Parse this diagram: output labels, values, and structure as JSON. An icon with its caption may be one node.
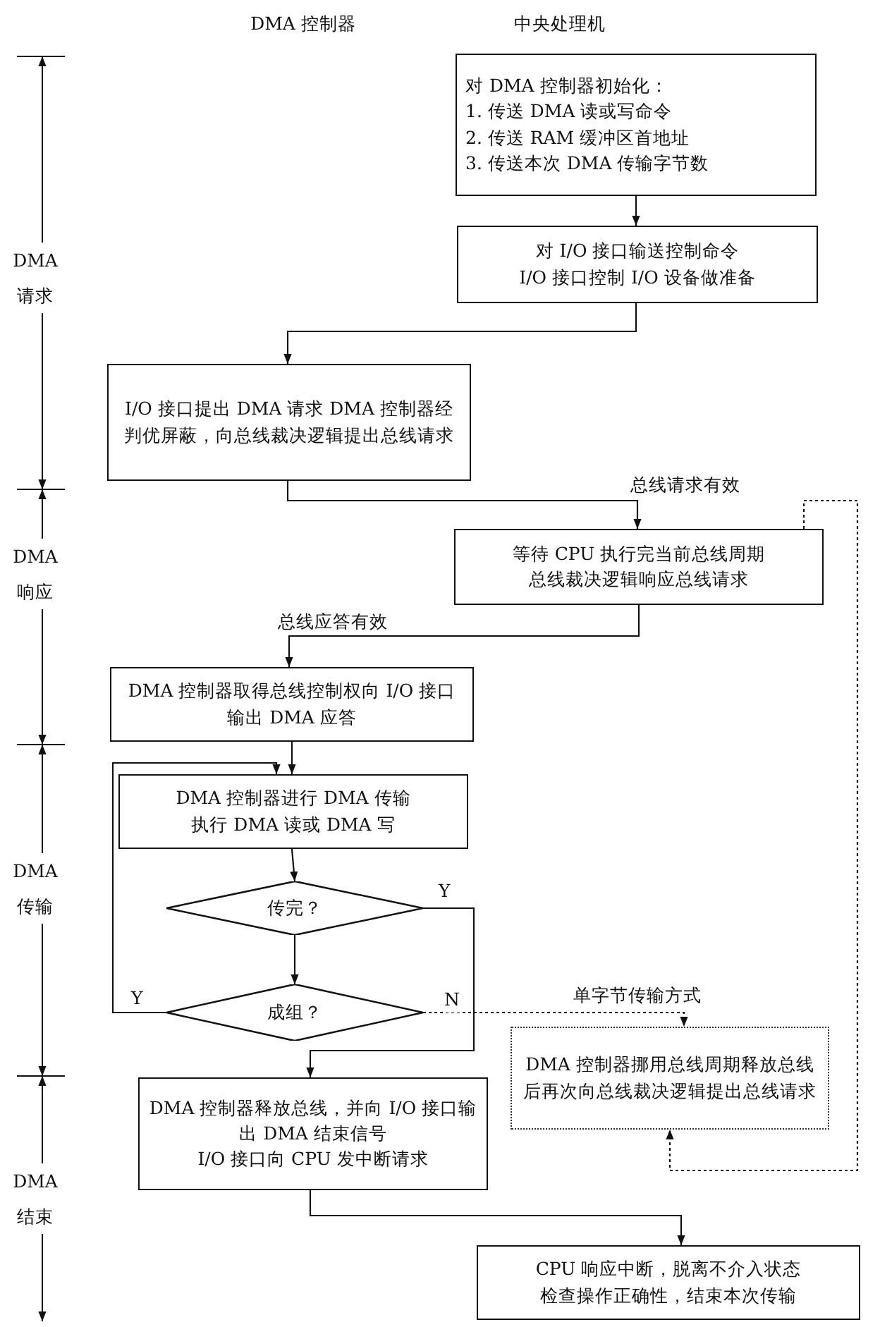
{
  "diagram": {
    "nodes": [
      {
        "text": [
          "对 DMA 控制器初始化：",
          "1. 传送 DMA 读或写命令",
          "2. 传送 RAM 缓冲区首地址",
          "3. 传送本次 DMA 传输字节数"
        ]
      },
      {
        "text": [
          "对 I/O 接口输送控制命令",
          "I/O 接口控制 I/O 设备做准备"
        ]
      },
      {
        "text": [
          "I/O 接口提出 DMA 请求 DMA 控制器经判优屏蔽，向总线裁决逻辑提出总线请求"
        ]
      },
      {
        "text": [
          "等待 CPU 执行完当前总线周期",
          "总线裁决逻辑响应总线请求"
        ]
      },
      {
        "text": [
          "DMA 控制器取得总线控制权向 I/O 接口输出 DMA 应答"
        ]
      },
      {
        "text": [
          "DMA 控制器进行 DMA 传输",
          "执行 DMA 读或 DMA 写"
        ]
      },
      {
        "text": [
          "传完？"
        ]
      },
      {
        "text": [
          "成组？"
        ]
      },
      {
        "text": [
          "DMA 控制器释放总线，并向 I/O 接口输出 DMA 结束信号",
          "I/O 接口向 CPU 发中断请求"
        ]
      },
      {
        "text": [
          "DMA 控制器挪用总线周期释放总线后再次向总线裁决逻辑提出总线请求"
        ]
      },
      {
        "text": [
          "CPU 响应中断，脱离不介入状态",
          "检查操作正确性，结束本次传输"
        ]
      }
    ],
    "edges": [
      {
        "from": 0,
        "to": 1,
        "arrow": "to"
      },
      {
        "from": 1,
        "to": 2,
        "arrow": "to"
      },
      {
        "from": 2,
        "to": 3,
        "arrow": "to",
        "label": "总线请求有效"
      },
      {
        "from": 3,
        "to": 4,
        "arrow": "to",
        "label": "总线应答有效"
      },
      {
        "from": 4,
        "to": 5,
        "arrow": "to"
      },
      {
        "from": 5,
        "to": 6,
        "arrow": "to"
      },
      {
        "from": 6,
        "to": 7,
        "arrow": "to"
      },
      {
        "from": 6,
        "to": 8,
        "arrow": "to",
        "label": "Y"
      },
      {
        "from": 7,
        "to": 5,
        "arrow": "to",
        "label": "Y"
      },
      {
        "from": 7,
        "to": 9,
        "arrow": "to",
        "label": "N",
        "style": "dashed"
      },
      {
        "from": 3,
        "to": 9,
        "arrow": "to",
        "style": "dashed"
      },
      {
        "from": 8,
        "to": 10,
        "arrow": "to"
      }
    ],
    "labels": [
      "DMA 控制器",
      "中央处理机",
      "DMA 请求",
      "DMA 响应",
      "DMA 传输",
      "DMA 结束",
      "单字节传输方式"
    ]
  }
}
